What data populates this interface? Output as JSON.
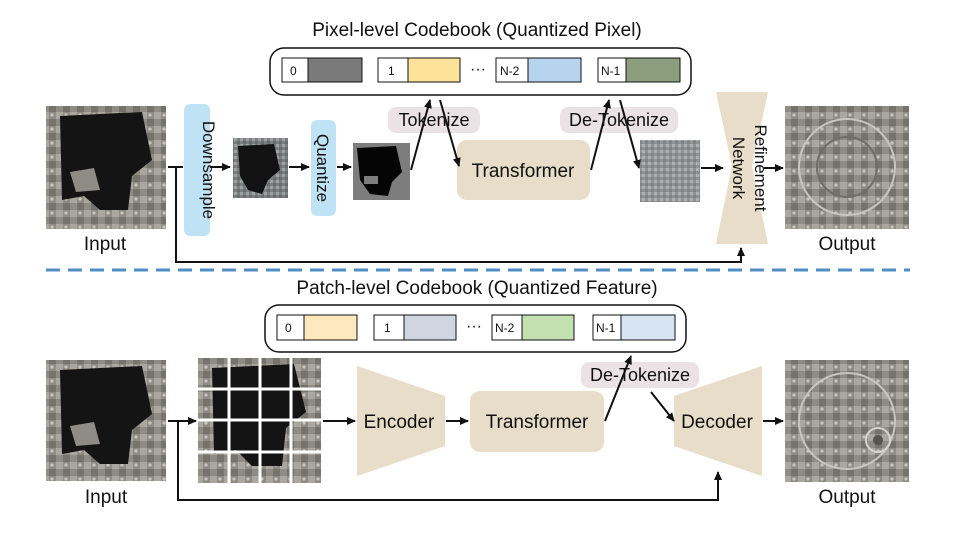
{
  "top": {
    "codebook_title": "Pixel-level Codebook (Quantized Pixel)",
    "codebook": [
      {
        "index": "0",
        "color": "#7a7a7a"
      },
      {
        "index": "1",
        "color": "#fde39a"
      },
      {
        "index": "N-2",
        "color": "#b7d3ee"
      },
      {
        "index": "N-1",
        "color": "#8c9e7e"
      }
    ],
    "ellipsis": "···",
    "input_label": "Input",
    "output_label": "Output",
    "downsample": "Downsample",
    "quantize": "Quantize",
    "tokenize": "Tokenize",
    "detokenize": "De-Tokenize",
    "transformer": "Transformer",
    "refinement": "Refinement",
    "network": "Network"
  },
  "bottom": {
    "codebook_title": "Patch-level Codebook (Quantized Feature)",
    "codebook": [
      {
        "index": "0",
        "color": "#fde9bd"
      },
      {
        "index": "1",
        "color": "#cfd6e2"
      },
      {
        "index": "N-2",
        "color": "#c2e0b0"
      },
      {
        "index": "N-1",
        "color": "#d6e4f2"
      }
    ],
    "ellipsis": "···",
    "input_label": "Input",
    "output_label": "Output",
    "detokenize": "De-Tokenize",
    "encoder": "Encoder",
    "transformer": "Transformer",
    "decoder": "Decoder"
  },
  "colors": {
    "accent_blue": "#bfe3f5",
    "box_beige": "#e7ddc8",
    "token_pink": "#ebe2e6",
    "divider": "#4f8fc6"
  }
}
